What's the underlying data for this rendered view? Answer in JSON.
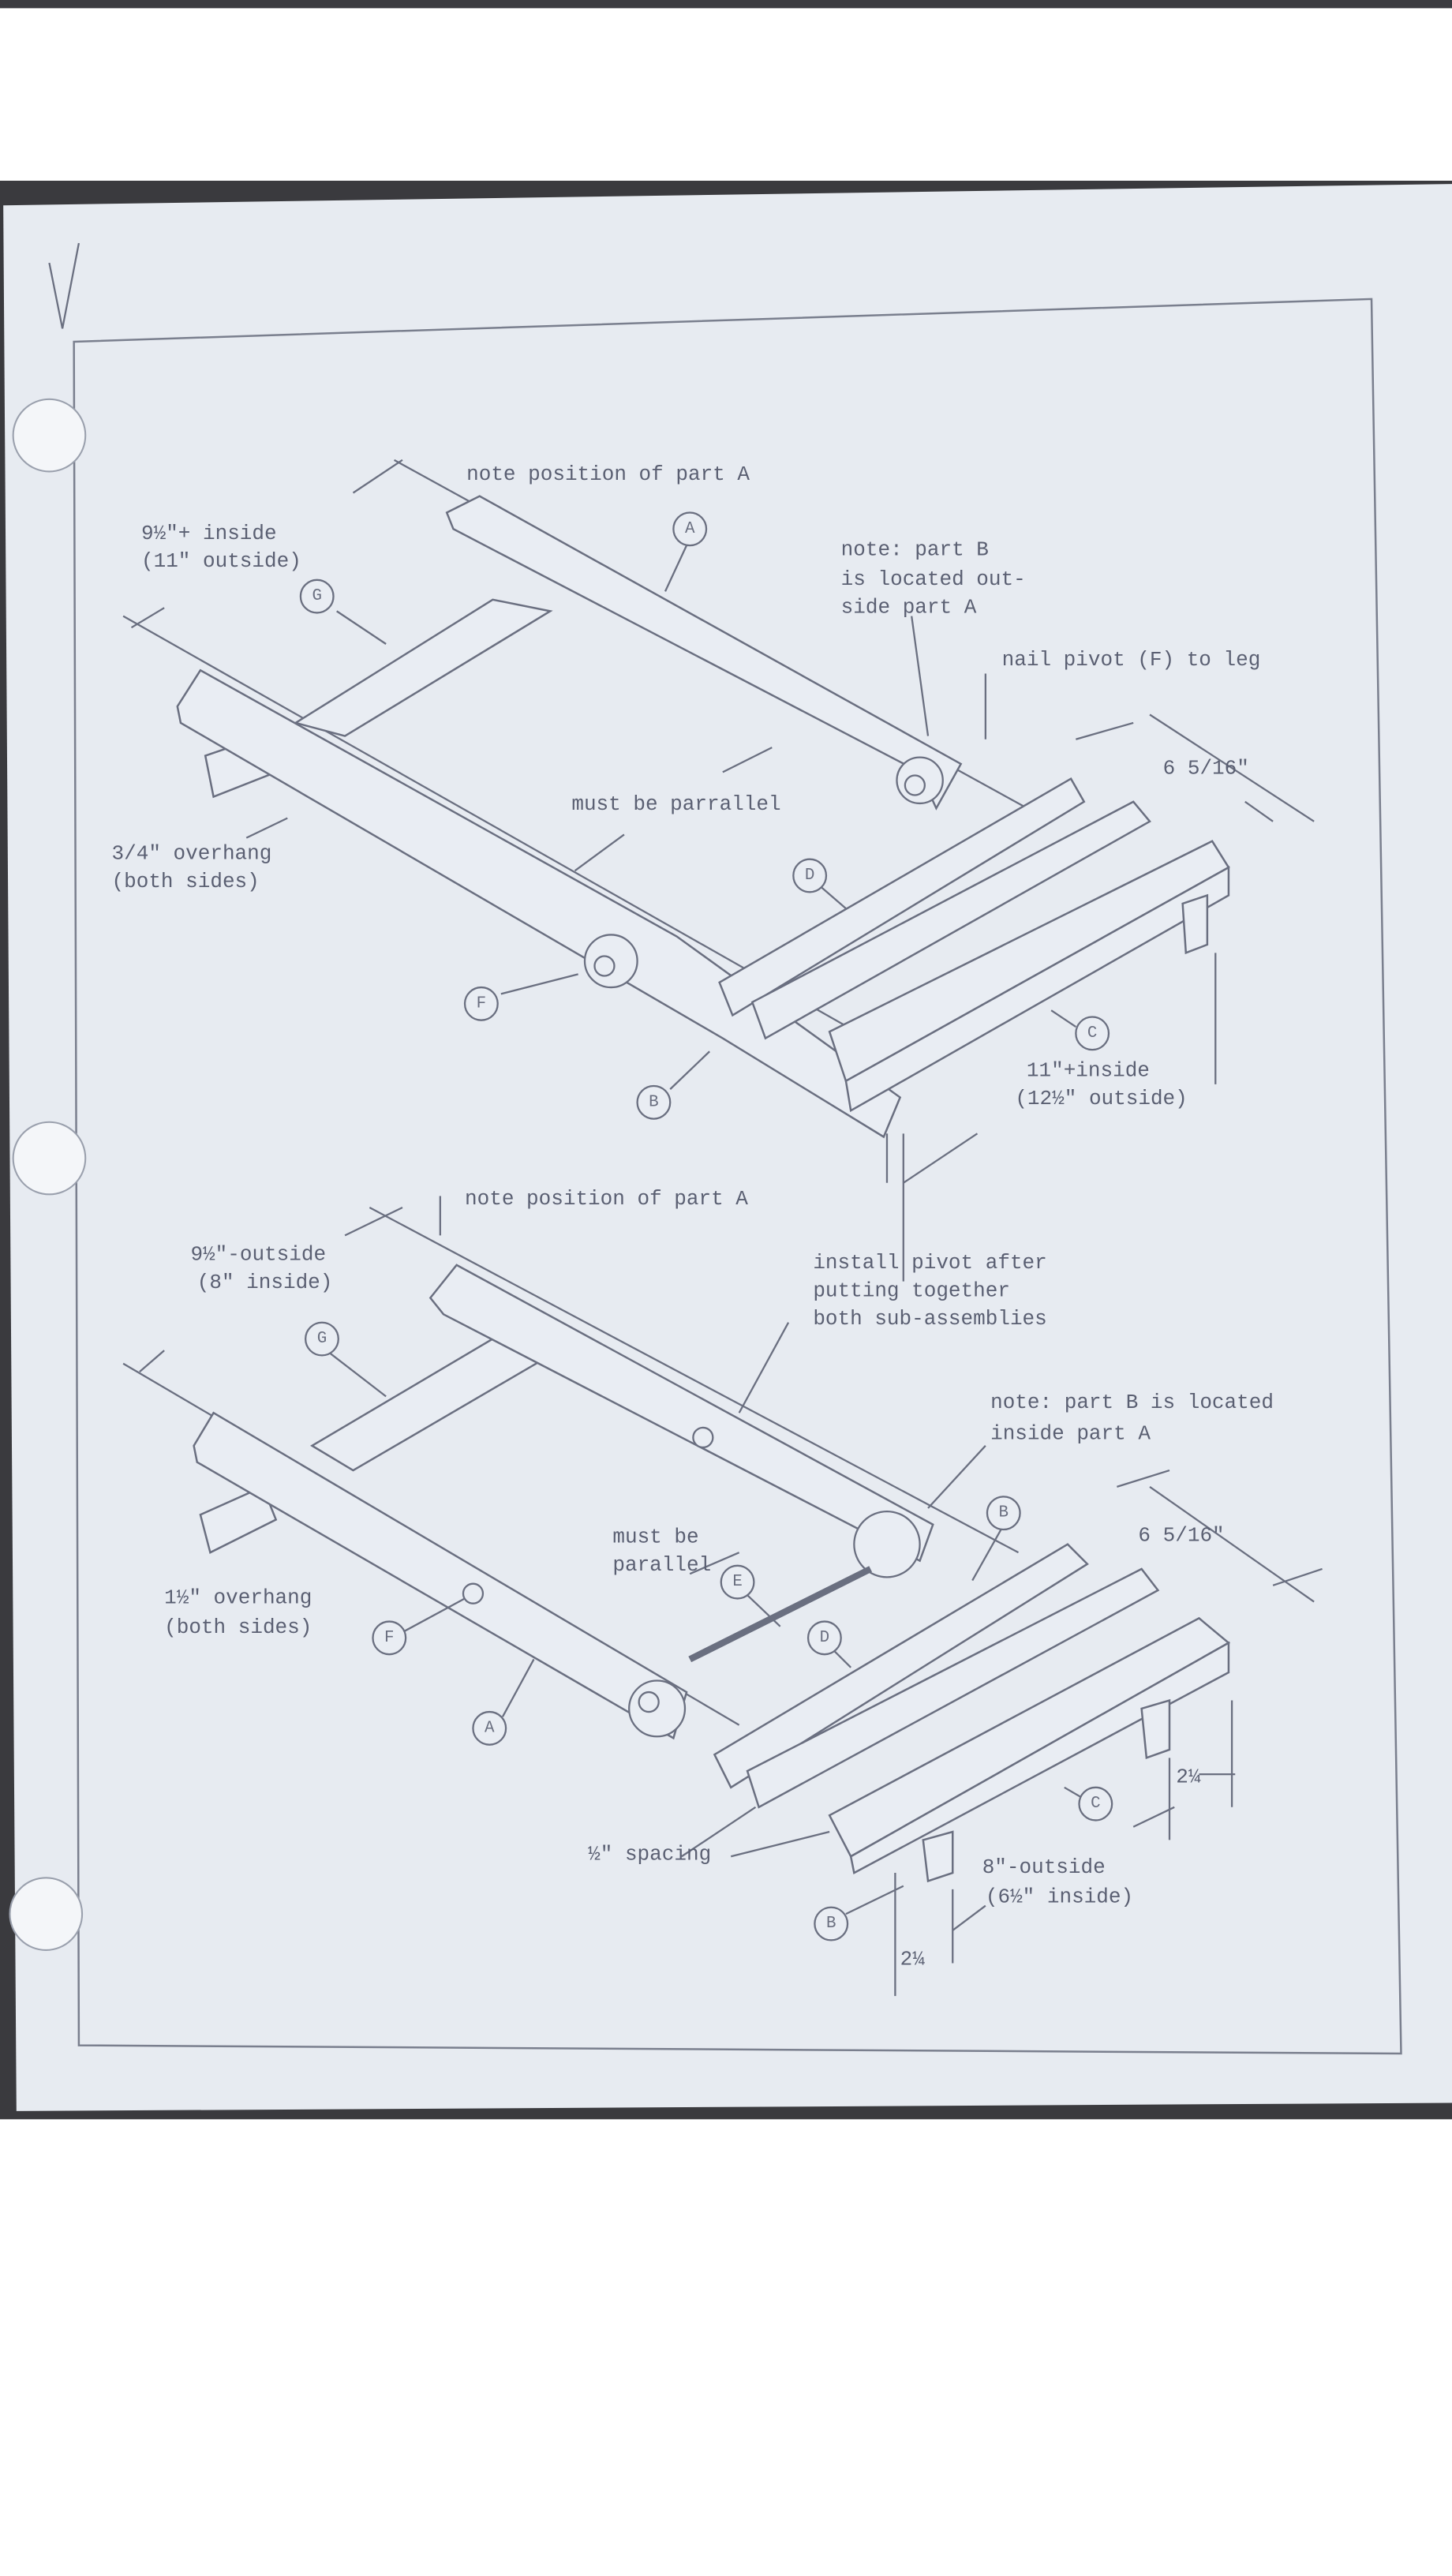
{
  "document": {
    "top_assembly": {
      "notes": {
        "part_a_position": "note position of part A",
        "width_line1": "9½\"+ inside",
        "width_line2": "(11\" outside)",
        "part_b_line1": "note:  part B",
        "part_b_line2": "is located out-",
        "part_b_line3": "side part A",
        "nail_pivot": "nail pivot (F) to leg",
        "slat_depth": "6 5/16\"",
        "parallel": "must be parrallel",
        "overhang_line1": "3/4\" overhang",
        "overhang_line2": "(both sides)",
        "seat_width_line1": "11\"+inside",
        "seat_width_line2": "(12½\" outside)"
      },
      "part_labels": [
        "A",
        "G",
        "D",
        "F",
        "B",
        "C"
      ]
    },
    "bottom_assembly": {
      "notes": {
        "part_a_position": "note position of part A",
        "width_line1": "9½\"-outside",
        "width_line2": "(8\" inside)",
        "pivot_line1": "install pivot after",
        "pivot_line2": "putting together",
        "pivot_line3": "both sub-assemblies",
        "part_b_line1": "note:  part B is located",
        "part_b_line2": "inside part A",
        "slat_depth": "6 5/16\"",
        "parallel_line1": "must be",
        "parallel_line2": "parallel",
        "overhang_line1": "1½\" overhang",
        "overhang_line2": "(both sides)",
        "leg_height": "2¼",
        "spacing": "½\" spacing",
        "seat_width_line1": "8\"-outside",
        "seat_width_line2": "(6½\" inside)",
        "leg_offset": "2¼"
      },
      "part_labels": [
        "G",
        "F",
        "A",
        "E",
        "D",
        "B",
        "C",
        "B"
      ]
    }
  },
  "colors": {
    "paper": "#e7ebf1",
    "ink": "#5a5f72",
    "photo_background": "#3a3a3e"
  }
}
